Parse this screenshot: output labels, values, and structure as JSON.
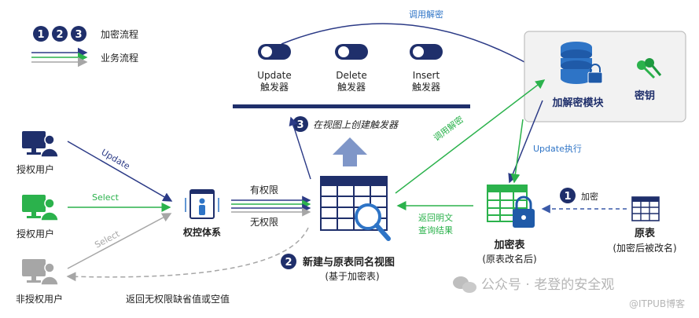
{
  "legend": {
    "numbers": [
      "1",
      "2",
      "3"
    ],
    "encrypt_flow": "加密流程",
    "business_flow": "业务流程"
  },
  "triggers": [
    {
      "name": "Update",
      "sub": "触发器"
    },
    {
      "name": "Delete",
      "sub": "触发器"
    },
    {
      "name": "Insert",
      "sub": "触发器"
    }
  ],
  "arrows": {
    "call_decrypt_top": "调用解密",
    "call_decrypt_mid": "调用解密",
    "update_exec": "Update执行",
    "update": "Update",
    "select": "Select",
    "select_gray": "Select",
    "has_perm": "有权限",
    "no_perm": "无权限",
    "return_plain": "返回明文",
    "query_result": "查询结果",
    "encrypt": "加密",
    "return_default": "返回无权限缺省值或空值"
  },
  "steps": {
    "step3": {
      "num": "3",
      "text": "在视图上创建触发器"
    },
    "step2": {
      "num": "2",
      "text": "新建与原表同名视图",
      "sub": "(基于加密表)"
    },
    "step1": {
      "num": "1"
    }
  },
  "users": [
    {
      "label": "授权用户"
    },
    {
      "label": "授权用户"
    },
    {
      "label": "非授权用户"
    }
  ],
  "access_control": "权控体系",
  "crypto_module": {
    "label": "加解密模块",
    "key_label": "密钥"
  },
  "encrypted_table": {
    "label": "加密表",
    "sub": "(原表改名后)"
  },
  "original_table": {
    "label": "原表",
    "sub": "(加密后被改名)"
  },
  "watermark": {
    "text": "公众号 · 老登的安全观",
    "source": "@ITPUB博客"
  },
  "colors": {
    "navy": "#2b3a86",
    "green": "#2bb24c",
    "gray": "#a6a6a6",
    "blue": "#2e74c6",
    "dark_navy": "#1f2f6b"
  }
}
